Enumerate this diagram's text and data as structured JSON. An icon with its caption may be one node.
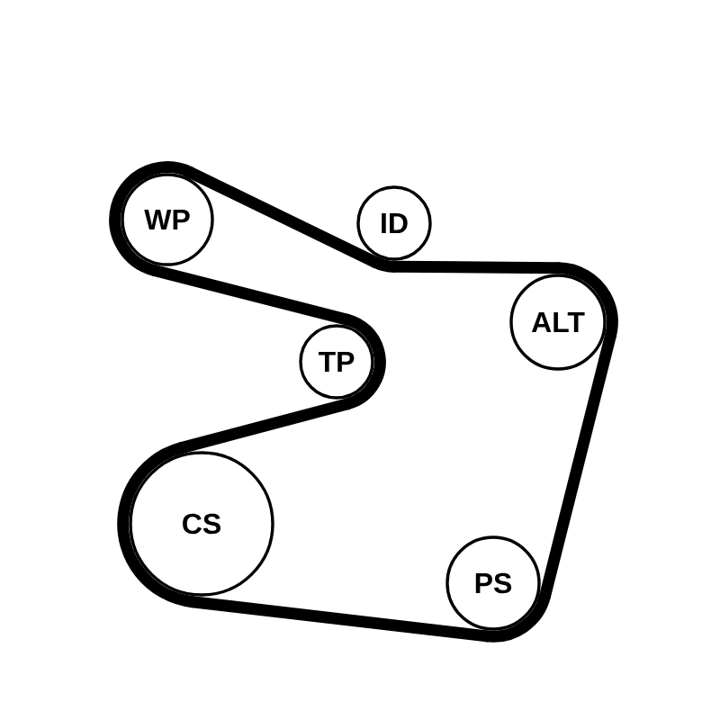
{
  "diagram": {
    "nodes": [
      {
        "text": [
          "WP"
        ]
      },
      {
        "text": [
          "ID"
        ]
      },
      {
        "text": [
          "ALT"
        ]
      },
      {
        "text": [
          "TP"
        ]
      },
      {
        "text": [
          "CS"
        ]
      },
      {
        "text": [
          "PS"
        ]
      }
    ],
    "edges": [
      {
        "from": 0,
        "to": 1,
        "arrow": "none"
      },
      {
        "from": 1,
        "to": 2,
        "arrow": "none"
      },
      {
        "from": 2,
        "to": 5,
        "arrow": "none"
      },
      {
        "from": 5,
        "to": 4,
        "arrow": "none"
      },
      {
        "from": 4,
        "to": 3,
        "arrow": "none"
      },
      {
        "from": 3,
        "to": 0,
        "arrow": "none"
      }
    ]
  }
}
